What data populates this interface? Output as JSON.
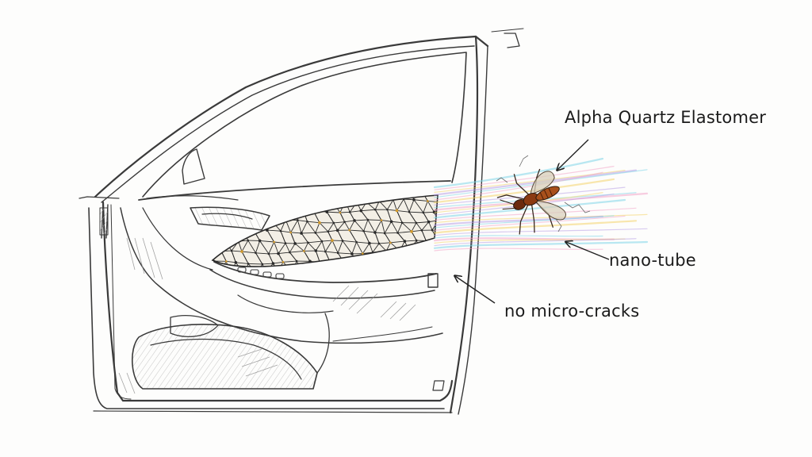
{
  "annotations": {
    "alpha": "Alpha Quartz Elastomer",
    "nano": "nano-tube",
    "no_micro_cracks": "no micro-cracks"
  },
  "colors": {
    "pencil": "#3a3a3a",
    "mesh_dark": "#2a2a2a",
    "mesh_accent": "#d39a2a",
    "insect_body": "#8b3a12",
    "streak_cyan": "#7fd6e8",
    "streak_pink": "#f2a6c8",
    "streak_yellow": "#f4d46a",
    "streak_violet": "#b9a2e6"
  },
  "icons": [
    "car-door-sketch",
    "mesh-panel",
    "insect-icon",
    "light-streaks",
    "leader-arrows"
  ]
}
